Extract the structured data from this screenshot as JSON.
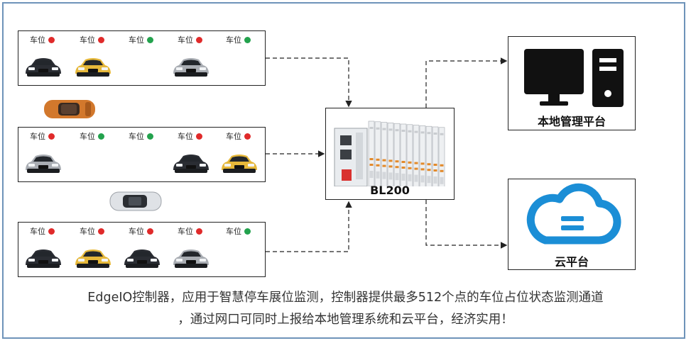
{
  "rows": [
    {
      "slots": [
        {
          "label": "车位",
          "status": "red"
        },
        {
          "label": "车位",
          "status": "red"
        },
        {
          "label": "车位",
          "status": "green"
        },
        {
          "label": "车位",
          "status": "red"
        },
        {
          "label": "车位",
          "status": "green"
        }
      ],
      "cars": [
        "dark",
        "yellow",
        "none",
        "silver",
        "none"
      ]
    },
    {
      "slots": [
        {
          "label": "车位",
          "status": "red"
        },
        {
          "label": "车位",
          "status": "green"
        },
        {
          "label": "车位",
          "status": "green"
        },
        {
          "label": "车位",
          "status": "red"
        },
        {
          "label": "车位",
          "status": "red"
        }
      ],
      "cars": [
        "silver",
        "none",
        "none",
        "dark",
        "yellow"
      ]
    },
    {
      "slots": [
        {
          "label": "车位",
          "status": "red"
        },
        {
          "label": "车位",
          "status": "red"
        },
        {
          "label": "车位",
          "status": "red"
        },
        {
          "label": "车位",
          "status": "red"
        },
        {
          "label": "车位",
          "status": "green"
        }
      ],
      "cars": [
        "dark",
        "yellow",
        "dark",
        "silver",
        "none"
      ]
    }
  ],
  "controller": {
    "label": "BL200"
  },
  "local_platform": {
    "label": "本地管理平台",
    "icon": "computer-icon"
  },
  "cloud_platform": {
    "label": "云平台",
    "icon": "cloud-icon"
  },
  "caption": {
    "line1": "EdgeIO控制器，应用于智慧停车展位监测，控制器提供最多512个点的车位占位状态监测通道",
    "line2": "，通过网口可同时上报给本地管理系统和云平台，经济实用！"
  },
  "colors": {
    "red": "#e02a2a",
    "green": "#23a24d",
    "cloud": "#1b8ed6",
    "frame": "#6e93b9",
    "dark_car": "#2a2d33",
    "yellow_car": "#e6b83a",
    "silver_car": "#a9adb3",
    "orange_car": "#d2782c"
  }
}
